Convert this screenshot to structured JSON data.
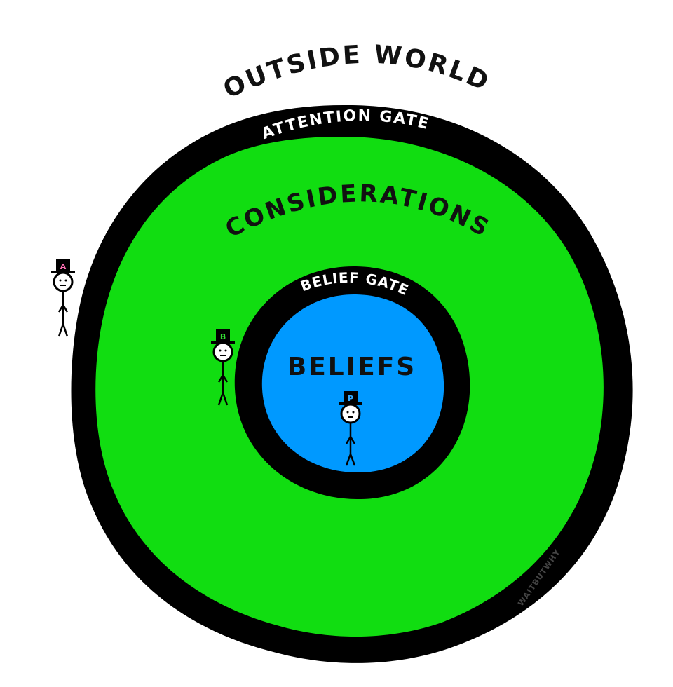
{
  "diagram": {
    "outer_label": "OUTSIDE WORLD",
    "attention_gate_label": "ATTENTION GATE",
    "considerations_label": "CONSIDERATIONS",
    "belief_gate_label": "BELIEF GATE",
    "beliefs_label": "BELIEFS",
    "watermark": "WAITBUTWHY"
  },
  "figures": [
    {
      "hat_letter": "A",
      "letter_color": "#ff6fb5"
    },
    {
      "hat_letter": "B",
      "letter_color": "#33dd33"
    },
    {
      "hat_letter": "P",
      "letter_color": "#33aaff"
    }
  ],
  "colors": {
    "gate_ring": "#000000",
    "considerations": "#11dd11",
    "beliefs": "#0099ff",
    "gate_text": "#ffffff",
    "region_text": "#111111"
  }
}
